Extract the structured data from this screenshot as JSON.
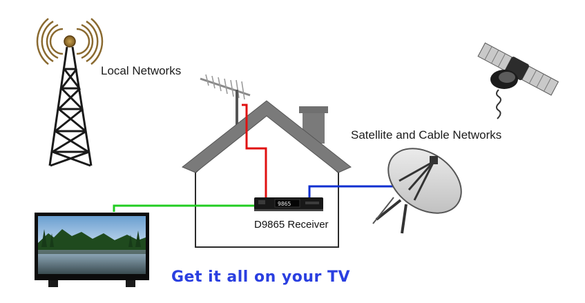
{
  "labels": {
    "local_networks": "Local Networks",
    "satellite_cable": "Satellite and Cable Networks",
    "receiver": "D9865 Receiver",
    "tagline": "Get it all on your TV",
    "receiver_display": "9865"
  },
  "colors": {
    "antenna_cable": "#e01010",
    "tv_cable": "#22cc22",
    "dish_cable": "#1030d0",
    "house_roof": "#7a7a7a",
    "tagline": "#2a3fe0"
  },
  "icons": [
    "broadcast-tower-icon",
    "tv-antenna-icon",
    "house-icon",
    "receiver-box-icon",
    "satellite-dish-icon",
    "satellite-icon",
    "television-icon"
  ]
}
